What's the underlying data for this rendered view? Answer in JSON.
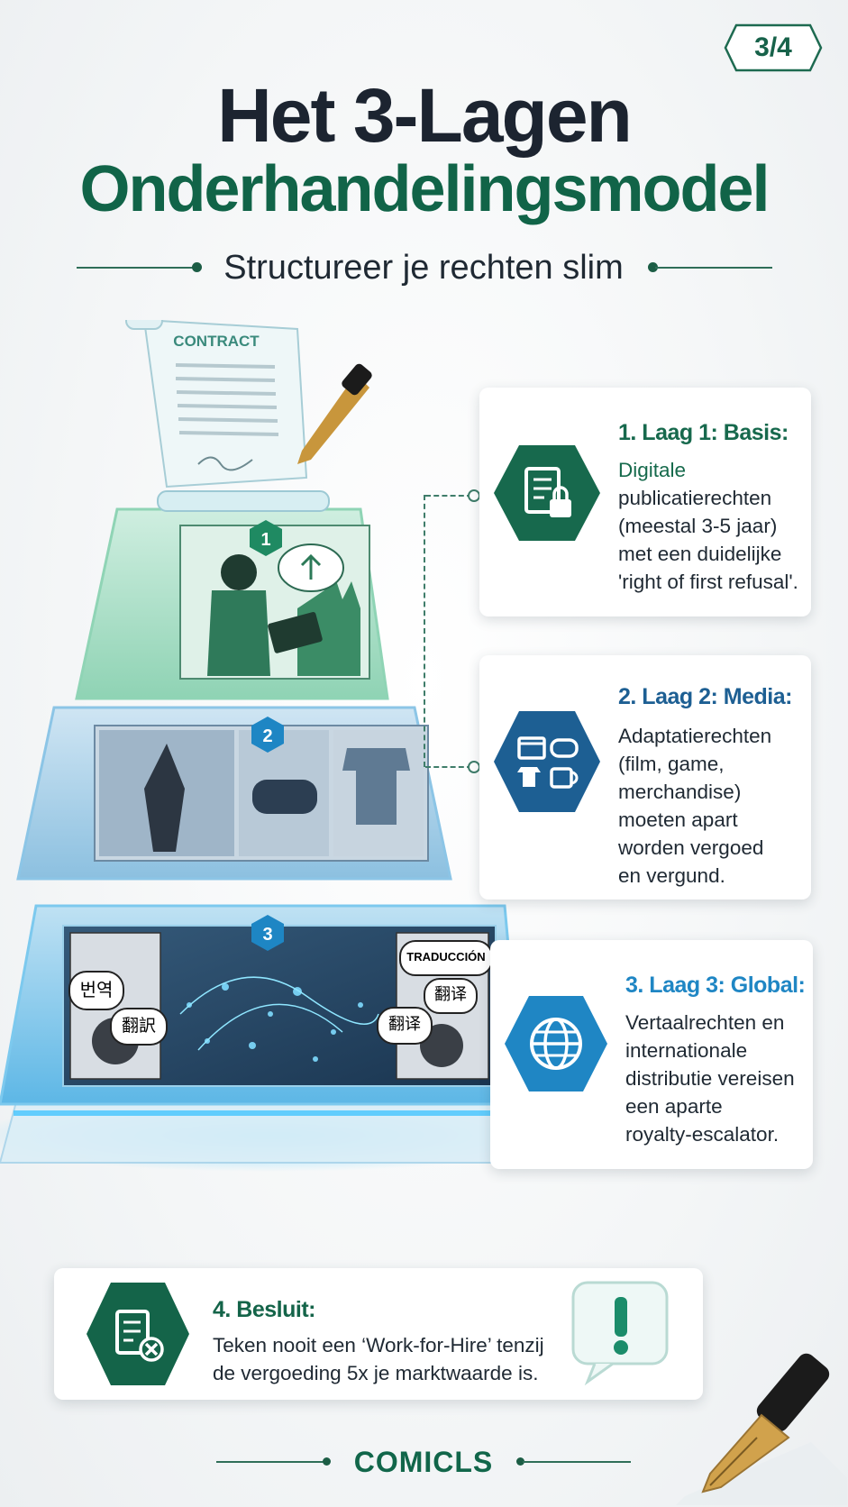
{
  "page_indicator": "3/4",
  "title_line1": "Het 3-Lagen",
  "title_line2": "Onderhandelingsmodel",
  "subtitle": "Structureer je rechten slim",
  "illustration": {
    "contract_label": "CONTRACT",
    "layer_numbers": [
      "1",
      "2",
      "3"
    ],
    "speech_bubbles": [
      "번역",
      "翻訳",
      "TRADUCCIÓN",
      "翻译",
      "翻译"
    ]
  },
  "layers": [
    {
      "heading": "1. Laag 1: Basis:",
      "body_lines": [
        "Digitale",
        "publicatierechten",
        "(meestal 3-5 jaar)",
        "met een duidelijke",
        "'right of first refusal'."
      ],
      "icon": "document-lock-icon",
      "color": "#17694d"
    },
    {
      "heading": "2. Laag 2: Media:",
      "body_lines": [
        "Adaptatierechten",
        "(film, game,",
        "merchandise)",
        "moeten apart",
        "worden vergoed",
        "en vergund."
      ],
      "icon": "media-rights-icon",
      "color": "#1d5f93"
    },
    {
      "heading": "3. Laag 3: Global:",
      "body_lines": [
        "Vertaalrechten en",
        "internationale",
        "distributie vereisen",
        "een aparte",
        "royalty-escalator."
      ],
      "icon": "globe-icon",
      "color": "#1f86c4"
    }
  ],
  "conclusion": {
    "heading": "4. Besluit:",
    "body_lines": [
      "Teken nooit een ‘Work-for-Hire’ tenzij",
      "de vergoeding 5x je marktwaarde is."
    ],
    "icon": "document-reject-icon",
    "alert_icon": "exclamation-icon",
    "color": "#146449"
  },
  "footer_brand": "COMICLS"
}
